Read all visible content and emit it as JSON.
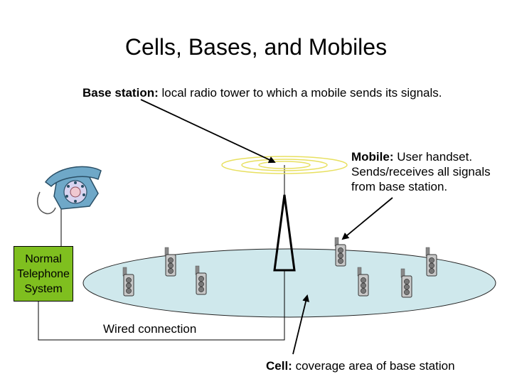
{
  "title": "Cells, Bases, and Mobiles",
  "base_station": {
    "term": "Base station:",
    "description": "local radio tower to which a mobile sends its signals."
  },
  "mobile": {
    "term": "Mobile:",
    "lines": [
      " User handset.",
      "Sends/receives all signals",
      "from base station."
    ]
  },
  "telephone_system": {
    "lines": [
      "Normal",
      "Telephone",
      "System"
    ]
  },
  "wired_connection": "Wired connection",
  "cell": {
    "term": "Cell:",
    "description": " coverage area of base station"
  },
  "colors": {
    "cell_fill": "#cfe8ec",
    "tower_halo": "#f0f060",
    "system_box": "#7fbf1f",
    "phone_body": "#6fa8c8",
    "handset_body": "#b8b8b8"
  },
  "icons": [
    "telephone-icon",
    "radio-tower-icon",
    "mobile-handset-icon"
  ]
}
